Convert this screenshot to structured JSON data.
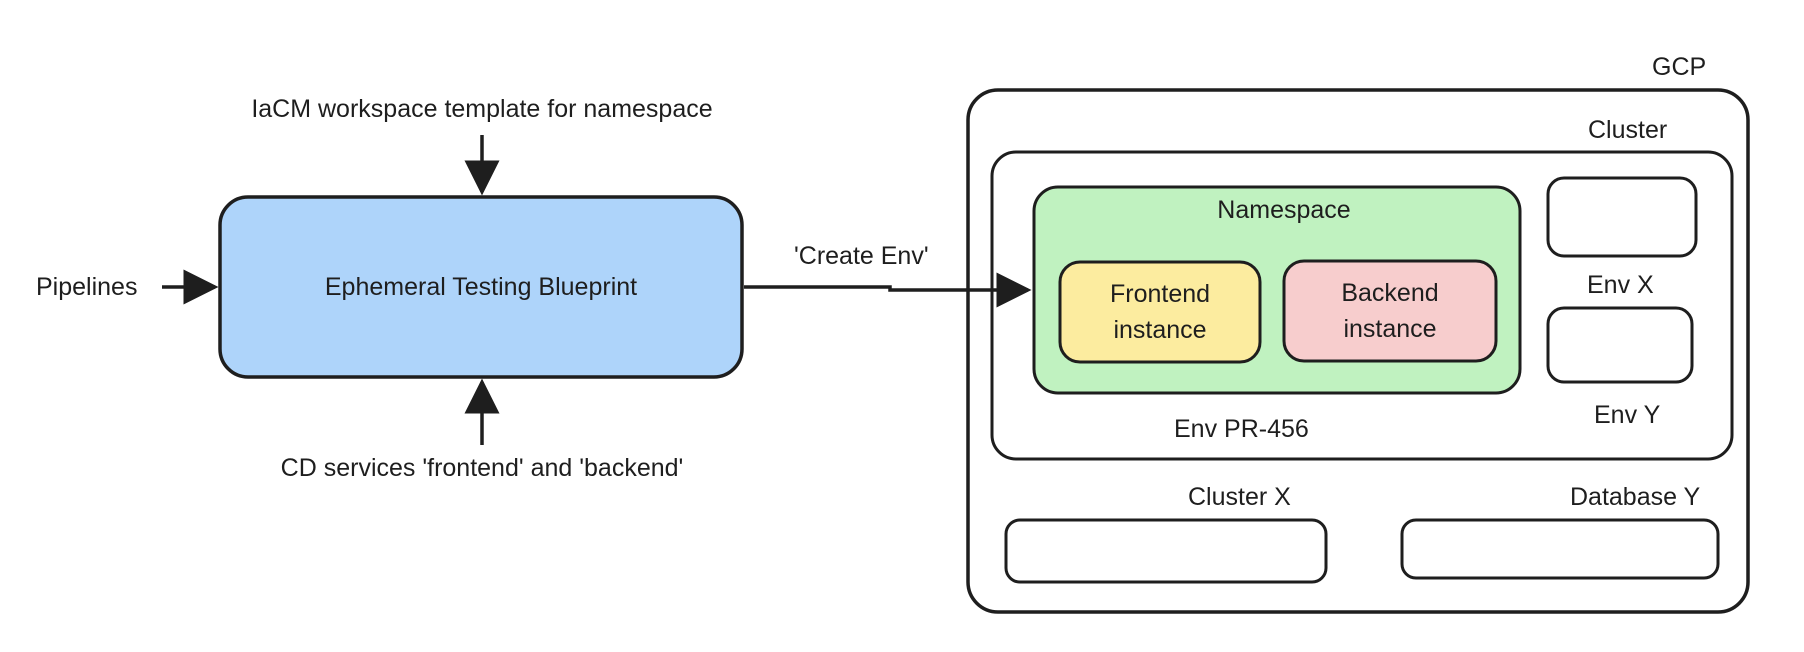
{
  "labels": {
    "iacm_template": "IaCM workspace template for namespace",
    "pipelines": "Pipelines",
    "cd_services": "CD services 'frontend' and 'backend'",
    "create_env": "'Create Env'",
    "gcp": "GCP",
    "cluster": "Cluster",
    "namespace": "Namespace",
    "env_x": "Env X",
    "env_y": "Env Y",
    "env_pr": "Env PR-456",
    "cluster_x": "Cluster X",
    "database_y": "Database Y"
  },
  "boxes": {
    "blueprint": "Ephemeral Testing Blueprint",
    "frontend_line1": "Frontend",
    "frontend_line2": "instance",
    "backend_line1": "Backend",
    "backend_line2": "instance"
  },
  "colors": {
    "stroke": "#1e1e1e",
    "blueprint_fill": "#aed4fa",
    "namespace_fill": "#c0f2c0",
    "frontend_fill": "#fcec9f",
    "backend_fill": "#f7cdcd"
  }
}
